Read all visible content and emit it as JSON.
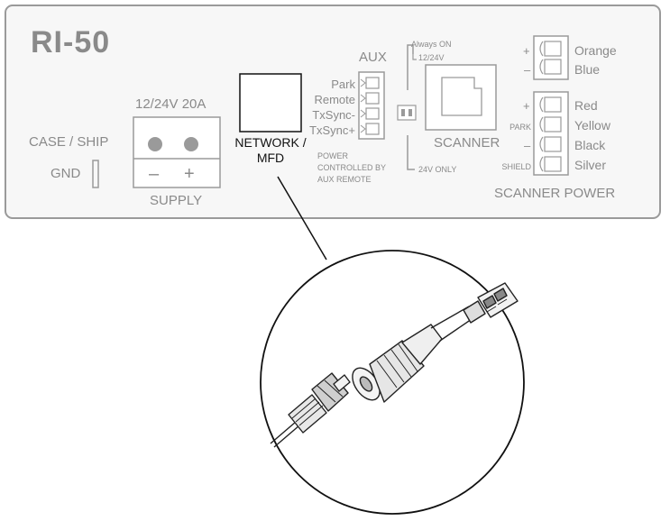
{
  "device": {
    "title": "RI-50",
    "case_ship": "CASE / SHIP",
    "gnd": "GND",
    "supply_rating": "12/24V 20A",
    "supply": "SUPPLY",
    "minus": "–",
    "plus": "+",
    "network": {
      "line1": "NETWORK /",
      "line2": "MFD"
    },
    "aux": {
      "title": "AUX",
      "pins": [
        "Park",
        "Remote",
        "TxSync-",
        "TxSync+"
      ],
      "note": [
        "POWER",
        "CONTROLLED BY",
        "AUX REMOTE"
      ]
    },
    "switch": {
      "top": [
        "Always ON",
        "12/24V"
      ],
      "bottom": "24V ONLY"
    },
    "scanner": "SCANNER",
    "scanner_power": {
      "title": "SCANNER POWER",
      "top_plus": "+",
      "top_minus": "–",
      "top_wires": [
        "Orange",
        "Blue"
      ],
      "bottom_plus": "+",
      "park": "PARK",
      "bottom_minus": "–",
      "shield": "SHIELD",
      "bottom_wires": [
        "Red",
        "Yellow",
        "Black",
        "Silver"
      ]
    }
  },
  "colors": {
    "panel_border": "#9a9a9a",
    "panel_fill": "#f7f7f7",
    "label_gray": "#8a8a8a",
    "highlight_text": "#111111",
    "callout_line": "#111111"
  },
  "callout": {
    "subject": "network-cable-connector"
  }
}
